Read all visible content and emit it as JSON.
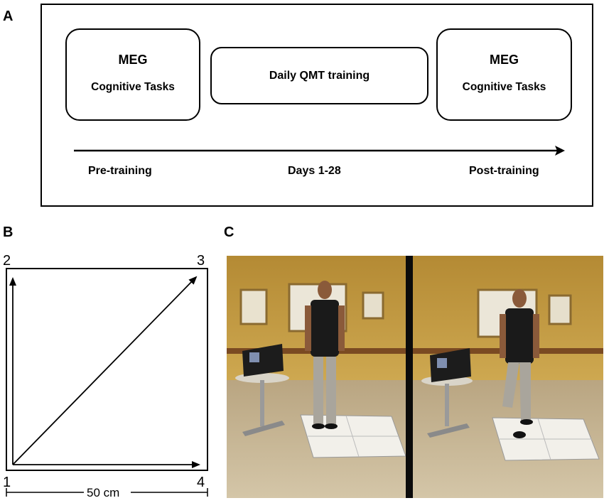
{
  "panel_a": {
    "letter": "A",
    "pre_box": {
      "title": "MEG",
      "subtitle": "Cognitive Tasks"
    },
    "training_box": {
      "title": "Daily QMT training"
    },
    "post_box": {
      "title": "MEG",
      "subtitle": "Cognitive Tasks"
    },
    "timeline": {
      "pre": "Pre-training",
      "days": "Days 1-28",
      "post": "Post-training"
    }
  },
  "panel_b": {
    "letter": "B",
    "corners": {
      "c1": "1",
      "c2": "2",
      "c3": "3",
      "c4": "4"
    },
    "scale": "50 cm"
  },
  "panel_c": {
    "letter": "C"
  },
  "colors": {
    "wall_yellow": "#c9a348",
    "floor_beige": "#c8b89a",
    "wood_rail": "#7a4a22",
    "shirt_black": "#1a1a1a"
  }
}
